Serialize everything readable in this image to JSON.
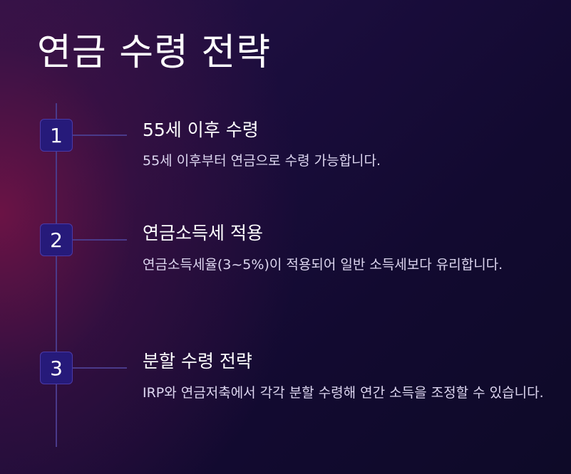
{
  "title": "연금 수령 전략",
  "steps": [
    {
      "number": "1",
      "title": "55세 이후 수령",
      "description": "55세 이후부터 연금으로 수령 가능합니다."
    },
    {
      "number": "2",
      "title": "연금소득세 적용",
      "description": "연금소득세율(3~5%)이 적용되어 일반 소득세보다 유리합니다."
    },
    {
      "number": "3",
      "title": "분할 수령 전략",
      "description": "IRP와 연금저축에서 각각 분할 수령해 연간 소득을 조정할 수 있습니다."
    }
  ],
  "colors": {
    "badge_fill": "#261a7a",
    "badge_border": "#4b3aa8",
    "timeline": "#4a3a8a",
    "text": "#ffffff",
    "description_text": "#ddd6f0"
  }
}
